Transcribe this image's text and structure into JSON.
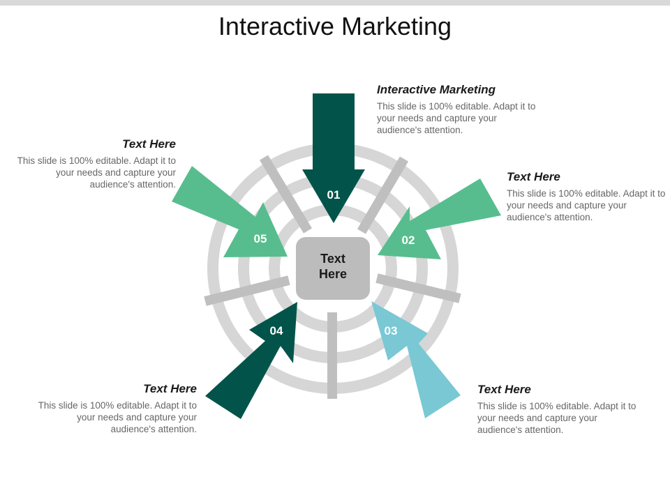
{
  "title": "Interactive Marketing",
  "center": {
    "line1": "Text",
    "line2": "Here"
  },
  "colors": {
    "ring": "#d6d6d6",
    "spoke": "#bfbfbf",
    "center_box": "#bcbcbc",
    "dark_teal": "#02544a",
    "green": "#58bd8e",
    "light_blue": "#79c8d4"
  },
  "arrows": [
    {
      "id": "01",
      "label": "01",
      "color": "#02544a"
    },
    {
      "id": "02",
      "label": "02",
      "color": "#58bd8e"
    },
    {
      "id": "03",
      "label": "03",
      "color": "#79c8d4"
    },
    {
      "id": "04",
      "label": "04",
      "color": "#02544a"
    },
    {
      "id": "05",
      "label": "05",
      "color": "#58bd8e"
    }
  ],
  "blocks": [
    {
      "id": "01",
      "heading": "Interactive Marketing",
      "body": "This slide is 100% editable. Adapt it to your needs and capture your audience's attention."
    },
    {
      "id": "02",
      "heading": "Text Here",
      "body": "This slide is 100% editable. Adapt it to your needs and capture your audience's attention."
    },
    {
      "id": "03",
      "heading": "Text Here",
      "body": "This slide is 100% editable. Adapt it to your needs and capture your audience's attention."
    },
    {
      "id": "04",
      "heading": "Text Here",
      "body": "This slide is 100% editable. Adapt it to your needs and capture your audience's attention."
    },
    {
      "id": "05",
      "heading": "Text Here",
      "body": "This slide is 100% editable. Adapt it to your needs and capture your audience's attention."
    }
  ]
}
